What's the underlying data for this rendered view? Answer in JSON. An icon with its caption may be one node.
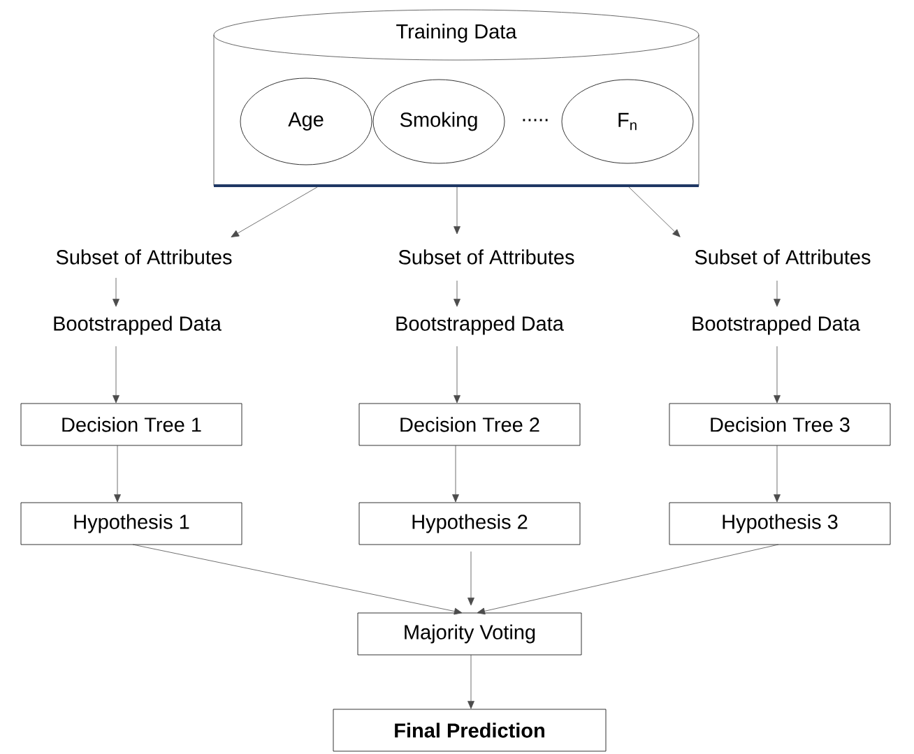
{
  "diagram": {
    "nodes": [
      {
        "text": [
          "Training Data"
        ]
      },
      {
        "text": [
          "Age"
        ],
        "in": 0
      },
      {
        "text": [
          "Smoking"
        ],
        "in": 0
      },
      {
        "text": [
          "F$_{n}$"
        ],
        "in": 0
      },
      {
        "text": [
          "Subset of Attributes"
        ]
      },
      {
        "text": [
          "Subset of Attributes"
        ]
      },
      {
        "text": [
          "Subset of Attributes"
        ]
      },
      {
        "text": [
          "Bootstrapped Data"
        ]
      },
      {
        "text": [
          "Bootstrapped Data"
        ]
      },
      {
        "text": [
          "Bootstrapped Data"
        ]
      },
      {
        "text": [
          "Decision Tree 1"
        ]
      },
      {
        "text": [
          "Decision Tree 2"
        ]
      },
      {
        "text": [
          "Decision Tree 3"
        ]
      },
      {
        "text": [
          "Hypothesis 1"
        ]
      },
      {
        "text": [
          "Hypothesis 2"
        ]
      },
      {
        "text": [
          "Hypothesis 3"
        ]
      },
      {
        "text": [
          "Majority Voting"
        ]
      },
      {
        "text": [
          "**Final Prediction**"
        ]
      }
    ],
    "edges": [
      {
        "from": 0,
        "to": 4,
        "arrow": "to"
      },
      {
        "from": 0,
        "to": 5,
        "arrow": "to"
      },
      {
        "from": 0,
        "to": 6,
        "arrow": "to"
      },
      {
        "from": 4,
        "to": 7,
        "arrow": "to"
      },
      {
        "from": 5,
        "to": 8,
        "arrow": "to"
      },
      {
        "from": 6,
        "to": 9,
        "arrow": "to"
      },
      {
        "from": 7,
        "to": 10,
        "arrow": "to"
      },
      {
        "from": 8,
        "to": 11,
        "arrow": "to"
      },
      {
        "from": 9,
        "to": 12,
        "arrow": "to"
      },
      {
        "from": 10,
        "to": 13,
        "arrow": "to"
      },
      {
        "from": 11,
        "to": 14,
        "arrow": "to"
      },
      {
        "from": 12,
        "to": 15,
        "arrow": "to"
      },
      {
        "from": 13,
        "to": 16,
        "arrow": "to"
      },
      {
        "from": 14,
        "to": 16,
        "arrow": "to"
      },
      {
        "from": 15,
        "to": 16,
        "arrow": "to"
      },
      {
        "from": 16,
        "to": 17,
        "arrow": "to"
      }
    ],
    "labels": [
      "....."
    ]
  }
}
